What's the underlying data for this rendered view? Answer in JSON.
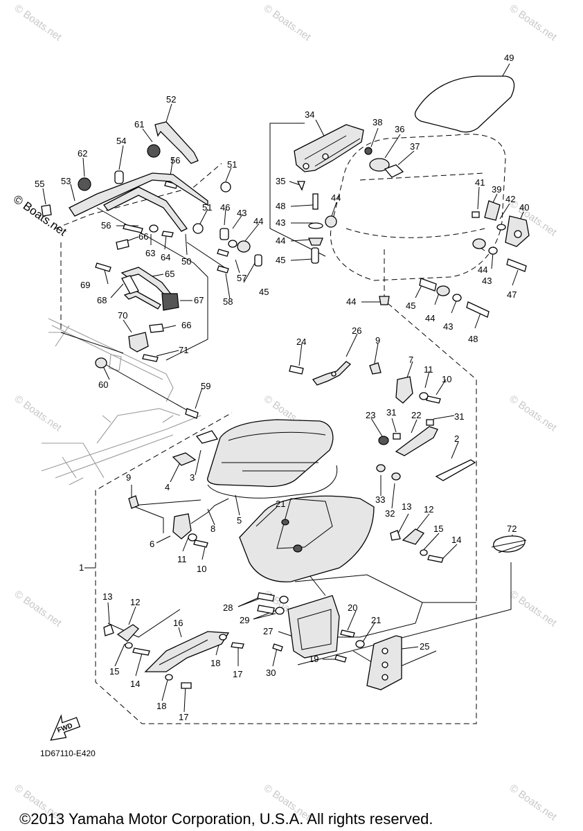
{
  "diagram_code": "1D67110-E420",
  "copyright": "©2013 Yamaha Motor Corporation, U.S.A. All rights reserved.",
  "watermark": "© Boats.net",
  "fwd_label": "FWD",
  "part_numbers": [
    "1",
    "2",
    "3",
    "4",
    "5",
    "6",
    "7",
    "8",
    "9",
    "10",
    "11",
    "12",
    "13",
    "14",
    "15",
    "16",
    "17",
    "18",
    "19",
    "20",
    "21",
    "22",
    "23",
    "24",
    "25",
    "26",
    "27",
    "28",
    "29",
    "30",
    "31",
    "32",
    "33",
    "34",
    "35",
    "36",
    "37",
    "38",
    "39",
    "40",
    "41",
    "42",
    "43",
    "44",
    "45",
    "46",
    "47",
    "48",
    "49",
    "50",
    "51",
    "52",
    "53",
    "54",
    "55",
    "56",
    "57",
    "58",
    "59",
    "60",
    "61",
    "62",
    "63",
    "64",
    "65",
    "66",
    "67",
    "68",
    "69",
    "70",
    "71",
    "72"
  ]
}
